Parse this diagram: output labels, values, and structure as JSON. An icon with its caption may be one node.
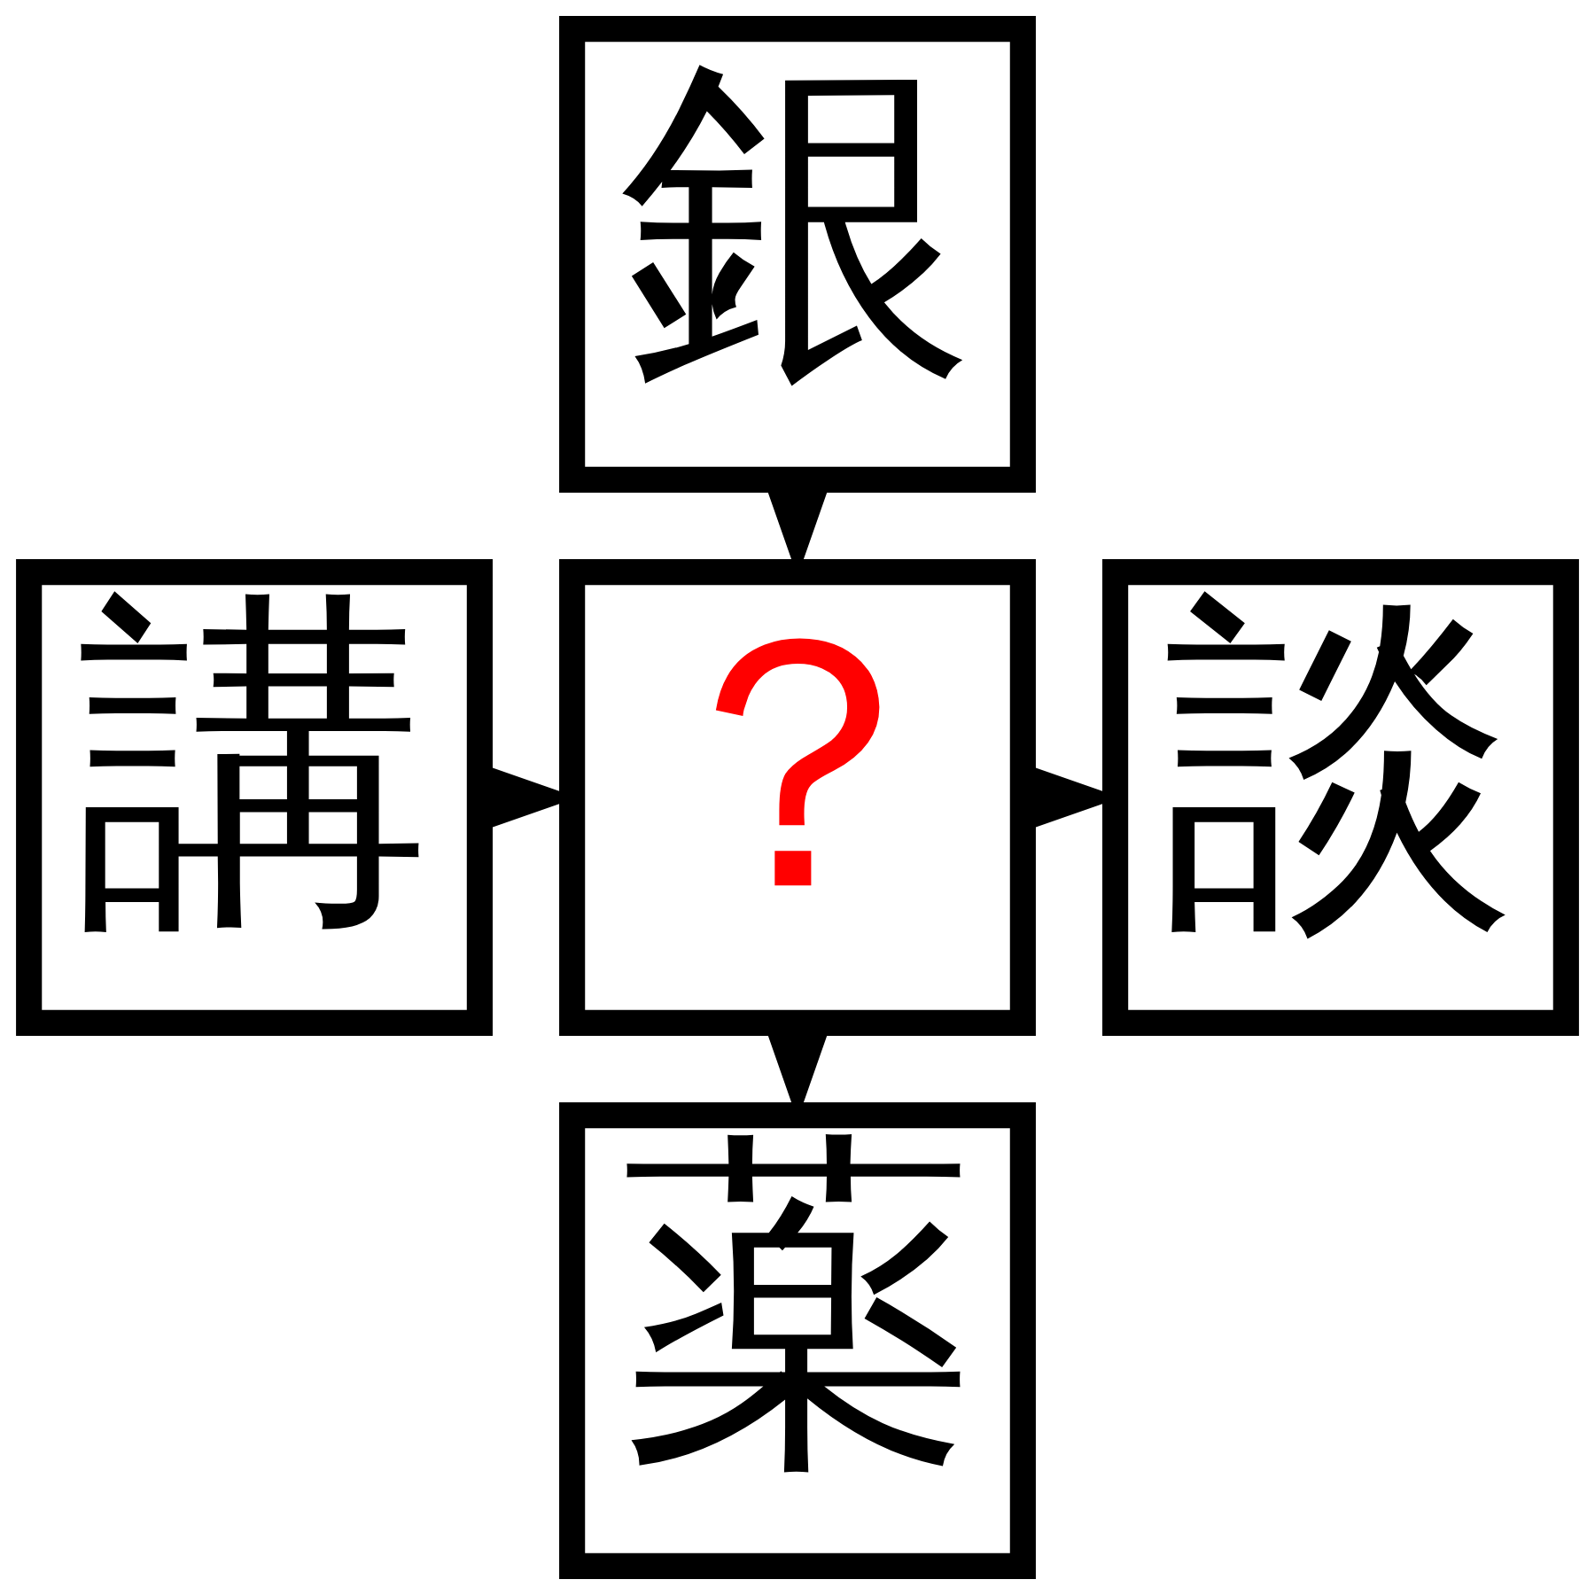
{
  "diagram": {
    "nodes": [
      {
        "text": [
          "銀"
        ]
      },
      {
        "text": [
          "講"
        ]
      },
      {
        "text": [
          "？"
        ]
      },
      {
        "text": [
          "談"
        ]
      },
      {
        "text": [
          "薬"
        ]
      }
    ],
    "edges": [
      {
        "from": 0,
        "to": 2,
        "arrow": "to"
      },
      {
        "from": 1,
        "to": 2,
        "arrow": "to"
      },
      {
        "from": 2,
        "to": 3,
        "arrow": "to"
      },
      {
        "from": 2,
        "to": 4,
        "arrow": "to"
      }
    ]
  }
}
